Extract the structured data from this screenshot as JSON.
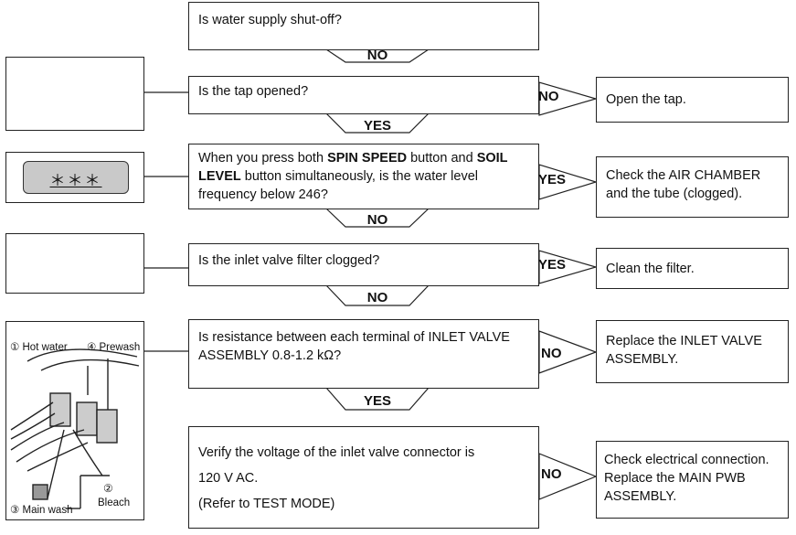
{
  "steps": [
    {
      "question": "Is water supply shut-off?",
      "answer": "NO"
    },
    {
      "question": "Is the tap opened?",
      "branch_label": "NO",
      "action": "Open the tap.",
      "answer": "YES"
    },
    {
      "question_parts": [
        "When you press both ",
        "SPIN SPEED",
        " button and ",
        "SOIL LEVEL",
        " button simultaneously, is the water level frequency below 246?"
      ],
      "branch_label": "YES",
      "action": "Check the AIR CHAMBER and the tube (clogged).",
      "answer": "NO"
    },
    {
      "question": "Is the inlet valve filter clogged?",
      "branch_label": "YES",
      "action": "Clean the filter.",
      "answer": "NO"
    },
    {
      "question": "Is resistance between each terminal of INLET VALVE ASSEMBLY 0.8-1.2 kΩ?",
      "branch_label": "NO",
      "action": "Replace the INLET VALVE ASSEMBLY.",
      "answer": "YES"
    },
    {
      "question_lines": [
        "Verify the voltage of the inlet valve connector is",
        "120 V AC.",
        "(Refer to TEST MODE)"
      ],
      "branch_label": "NO",
      "action": "Check electrical connection. Replace the MAIN PWB ASSEMBLY."
    }
  ],
  "illustrations": {
    "tap": "tap-icon",
    "display": {
      "text": "＊＊＊"
    },
    "filter": "brush-filter-icon",
    "valve": {
      "labels": [
        "① Hot water",
        "④ Prewash",
        "②",
        "Bleach",
        "③ Main wash"
      ]
    }
  }
}
